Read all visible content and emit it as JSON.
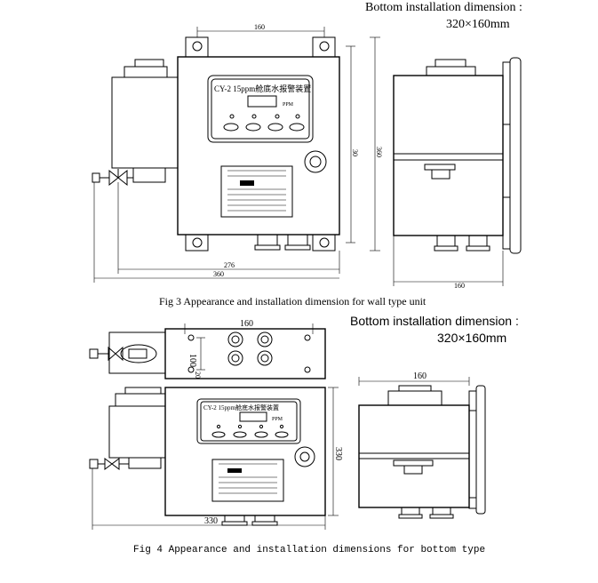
{
  "fig3": {
    "install_title": "Bottom installation dimension :",
    "install_value": "320×160mm",
    "caption": "Fig 3 Appearance and installation dimension for wall type unit",
    "panel_title": "CY-2 15ppm舱底水报警装置",
    "ppm_unit": "PPM",
    "dims": {
      "top_width": "160",
      "inner_height": "30",
      "outer_height": "360",
      "inner_width": "276",
      "outer_width": "360",
      "side_width": "160"
    }
  },
  "fig4": {
    "install_title": "Bottom installation dimension :",
    "install_value": "320×160mm",
    "caption": "Fig 4 Appearance and installation dimensions for bottom type",
    "panel_title": "CY-2 15ppm舱底水报警装置",
    "ppm_unit": "PPM",
    "dims": {
      "top_width": "160",
      "spacing": "100",
      "offset": "20",
      "height": "330",
      "width": "330",
      "side_width": "160"
    }
  }
}
